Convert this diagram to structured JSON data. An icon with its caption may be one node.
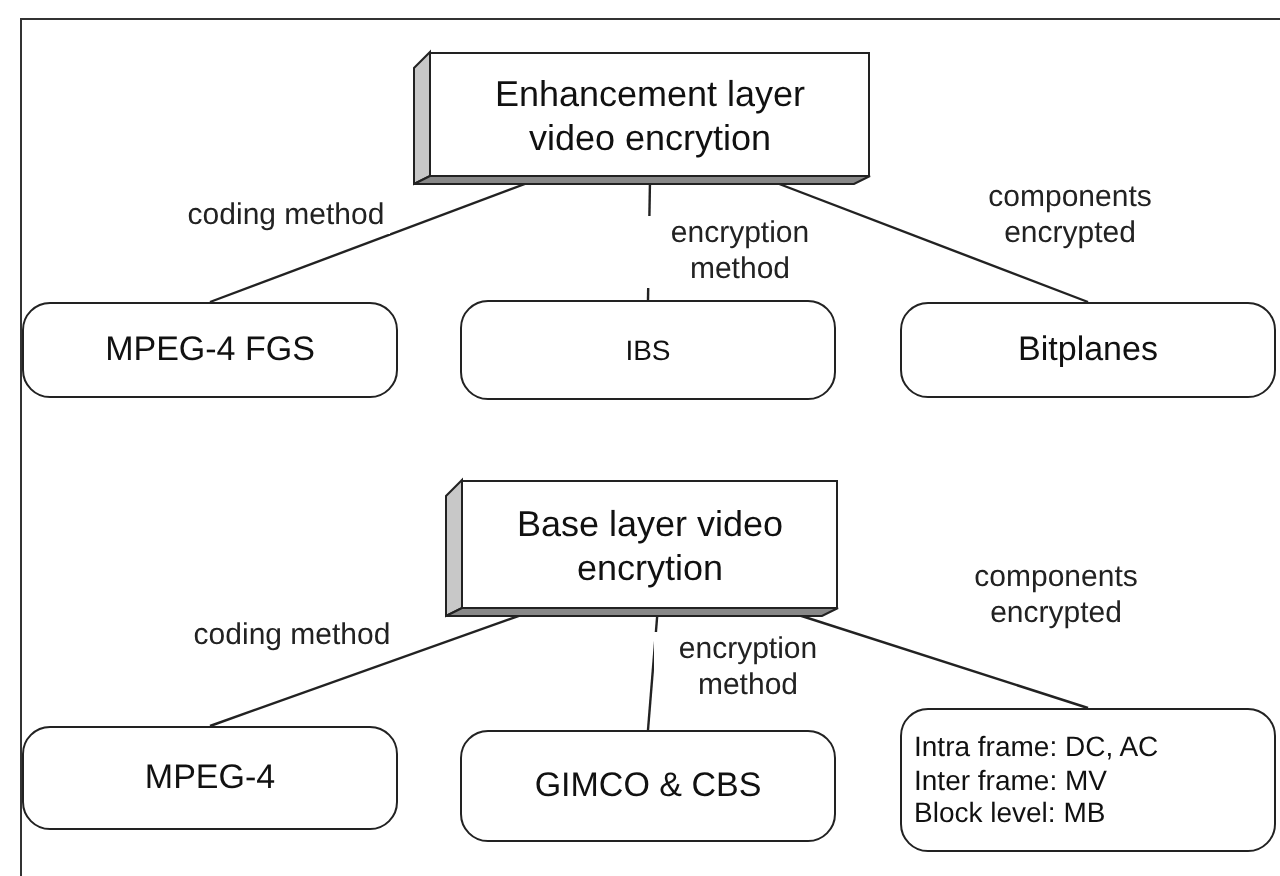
{
  "diagram": {
    "nodes": [
      {
        "text": [
          "Enhancement layer video encrytion"
        ]
      },
      {
        "text": [
          "MPEG-4 FGS"
        ]
      },
      {
        "text": [
          "IBS"
        ]
      },
      {
        "text": [
          "Bitplanes"
        ]
      },
      {
        "text": [
          "Base layer video encrytion"
        ]
      },
      {
        "text": [
          "MPEG-4"
        ]
      },
      {
        "text": [
          "GIMCO & CBS"
        ]
      },
      {
        "text": [
          "Intra frame: DC, AC",
          "Inter frame: MV",
          "Block level: MB"
        ]
      }
    ],
    "edges": [
      {
        "from": 0,
        "to": 1,
        "arrow": "none",
        "label": "coding method"
      },
      {
        "from": 0,
        "to": 2,
        "arrow": "none",
        "label": "encryption method"
      },
      {
        "from": 0,
        "to": 3,
        "arrow": "none",
        "label": "components encrypted"
      },
      {
        "from": 4,
        "to": 5,
        "arrow": "none",
        "label": "coding method"
      },
      {
        "from": 4,
        "to": 6,
        "arrow": "none",
        "label": "encryption method"
      },
      {
        "from": 4,
        "to": 7,
        "arrow": "none",
        "label": "components encrypted"
      }
    ]
  }
}
